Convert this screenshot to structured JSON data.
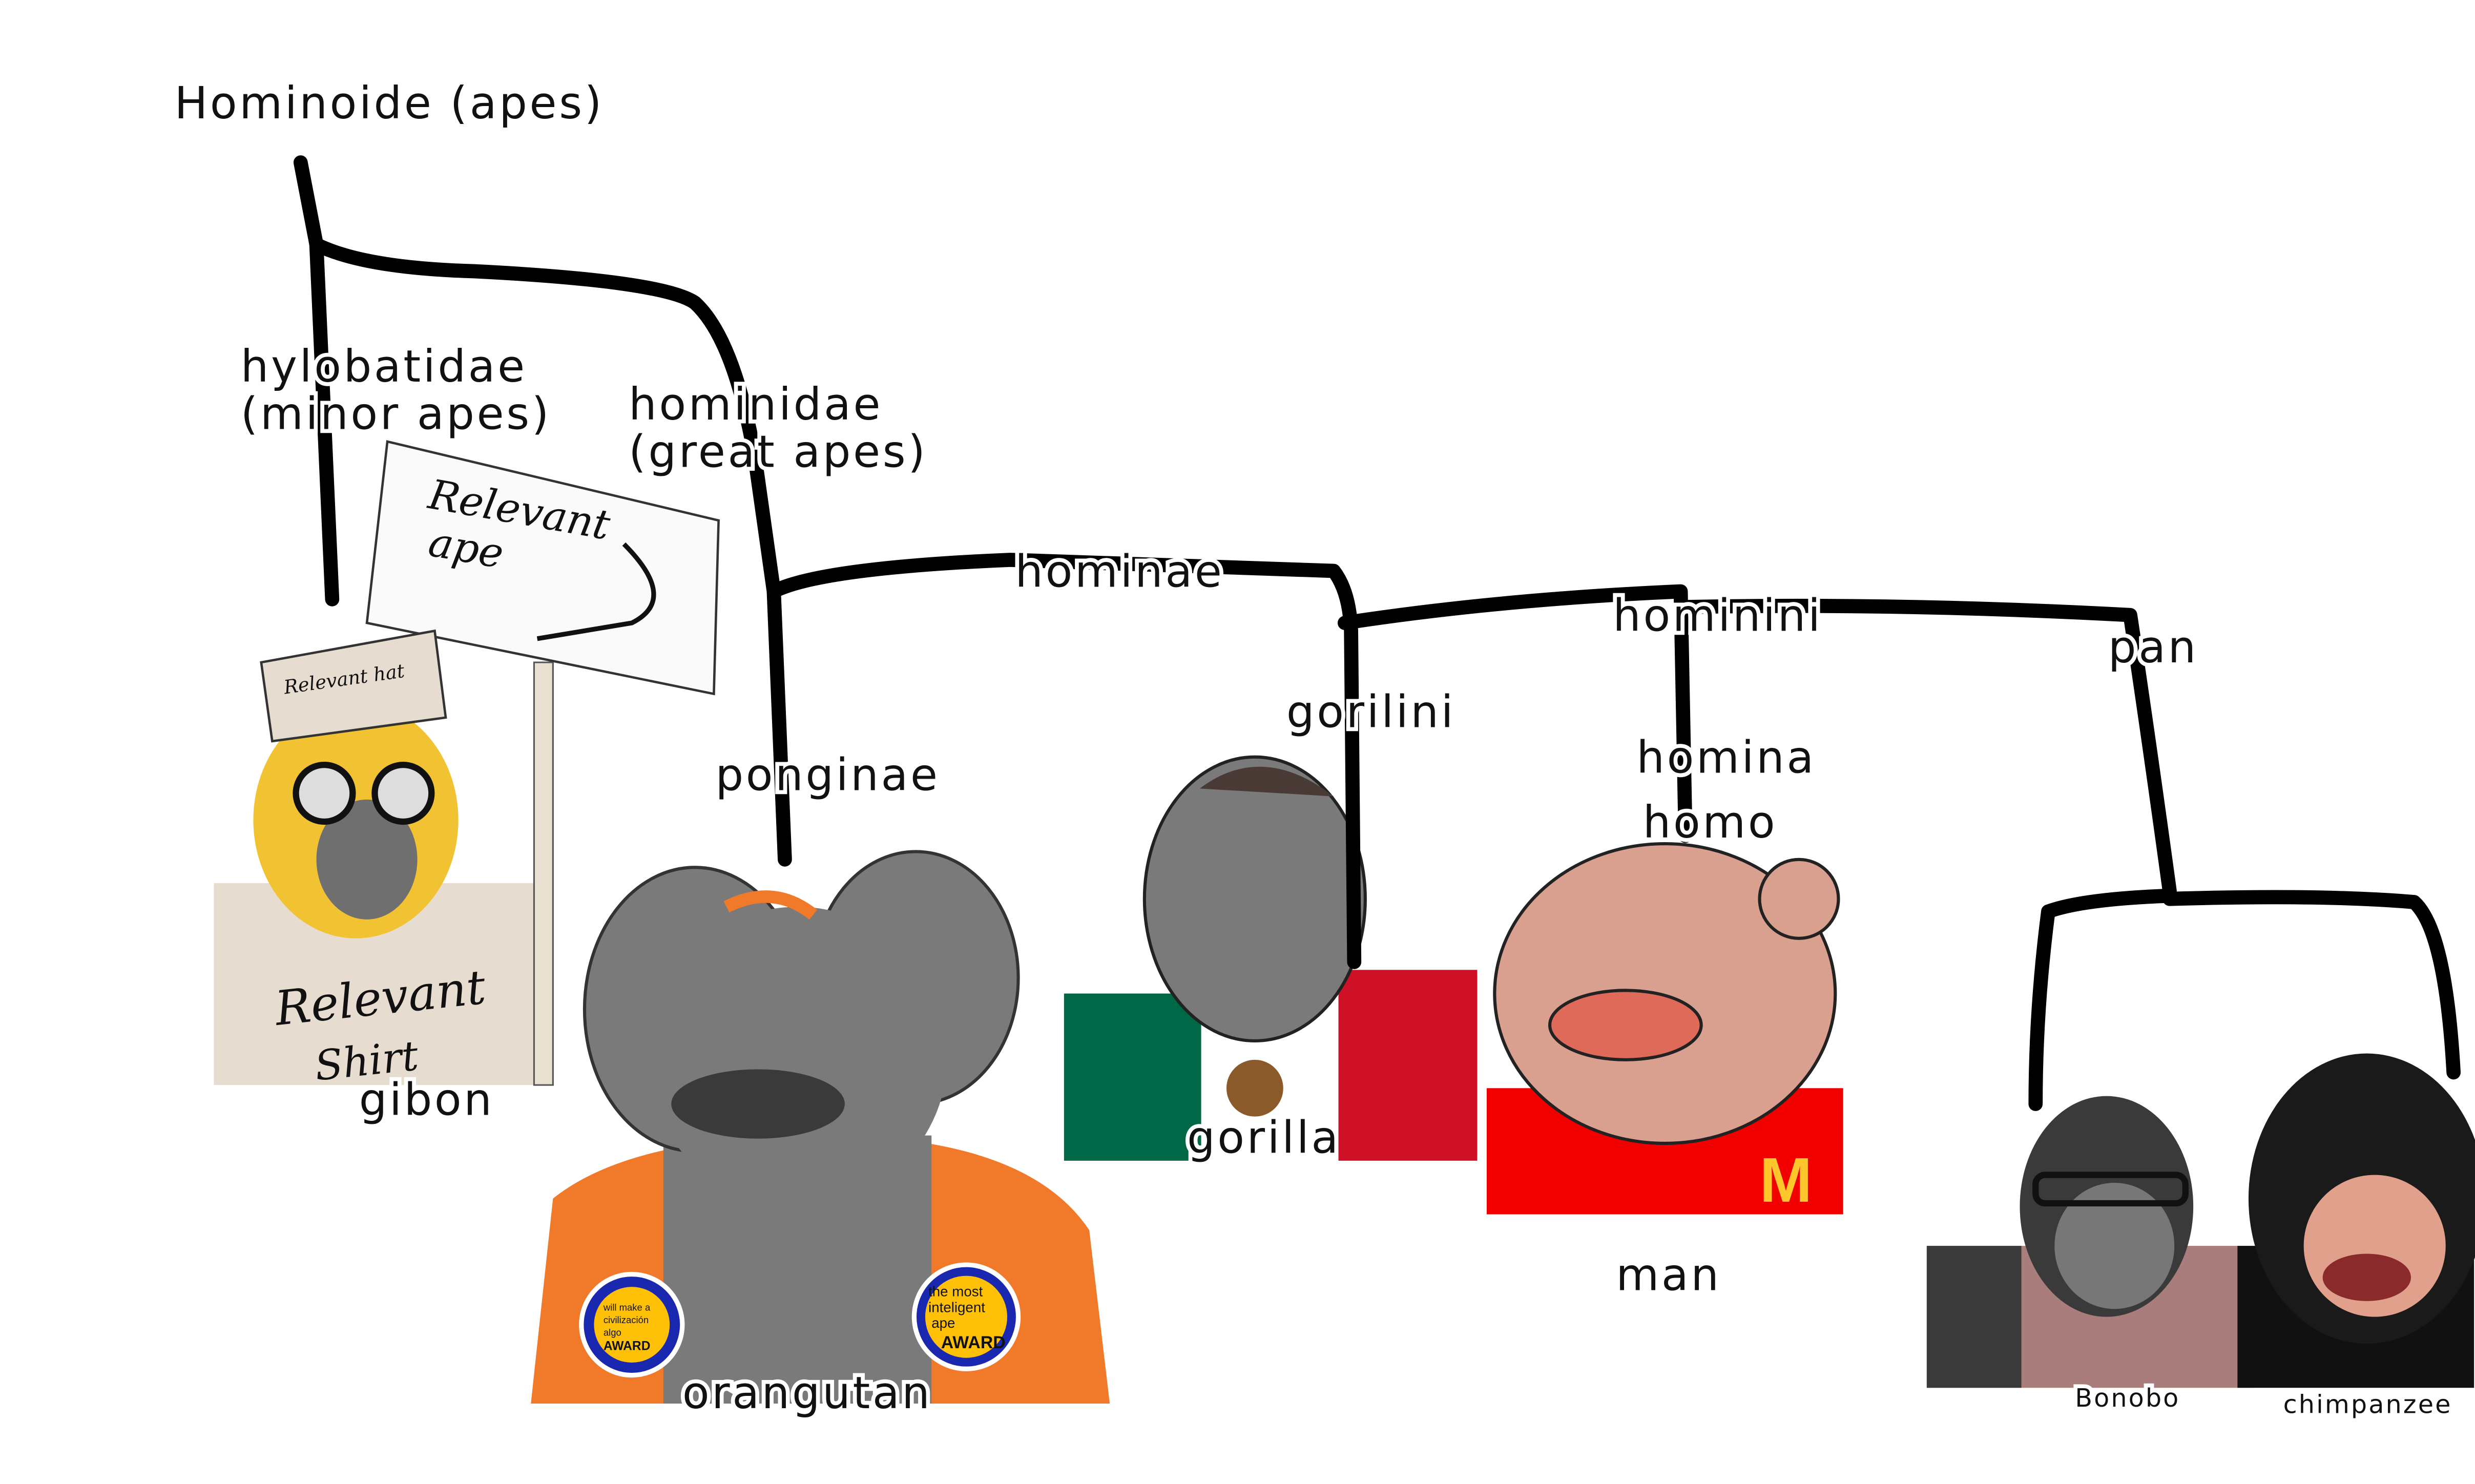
{
  "title": "Hominoide (apes)",
  "clades": {
    "hylobatidae": "hylobatidae",
    "hylobatidae_sub": "(minor apes)",
    "hominidae": "hominidae",
    "hominidae_sub": "(great apes)",
    "hominae": "hominae",
    "ponginae": "ponginae",
    "gorilini": "gorilini",
    "hominini": "hominini",
    "homina": "homina",
    "homo": "homo",
    "pan": "pan"
  },
  "species": {
    "gibon": "gibon",
    "orangutan": "orangutan",
    "gorilla": "gorilla",
    "man": "man",
    "bonobo": "Bonobo",
    "chimpanzee": "chimpanzee"
  },
  "gibon_props": {
    "sign_line1": "Relevant",
    "sign_line2": "ape",
    "hat": "Relevant hat",
    "shirt_line1": "Relevant",
    "shirt_line2": "Shirt"
  },
  "awards": {
    "left": [
      "will make a",
      "civilización",
      "algo",
      "AWARD"
    ],
    "right": [
      "the most",
      "inteligent",
      "ape",
      "AWARD"
    ]
  },
  "colors": {
    "ape_gray": "#7a7a7a",
    "orange": "#f07a2a",
    "mexico_green": "#006847",
    "mexico_red": "#ce1126",
    "mcd_red": "#f20000",
    "mcd_yellow": "#ffc72c",
    "skin": "#d9a08f"
  }
}
